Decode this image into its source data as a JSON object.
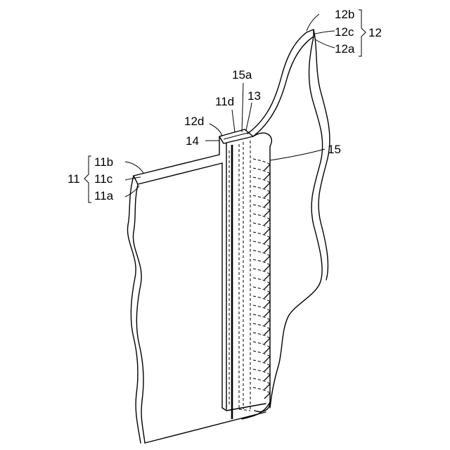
{
  "labels": {
    "l12b": "12b",
    "l12c": "12c",
    "l12a": "12a",
    "l12": "12",
    "l15a": "15a",
    "l11d": "11d",
    "l13": "13",
    "l12d": "12d",
    "l14": "14",
    "l15": "15",
    "l11": "11",
    "l11b": "11b",
    "l11c": "11c",
    "l11a": "11a"
  }
}
